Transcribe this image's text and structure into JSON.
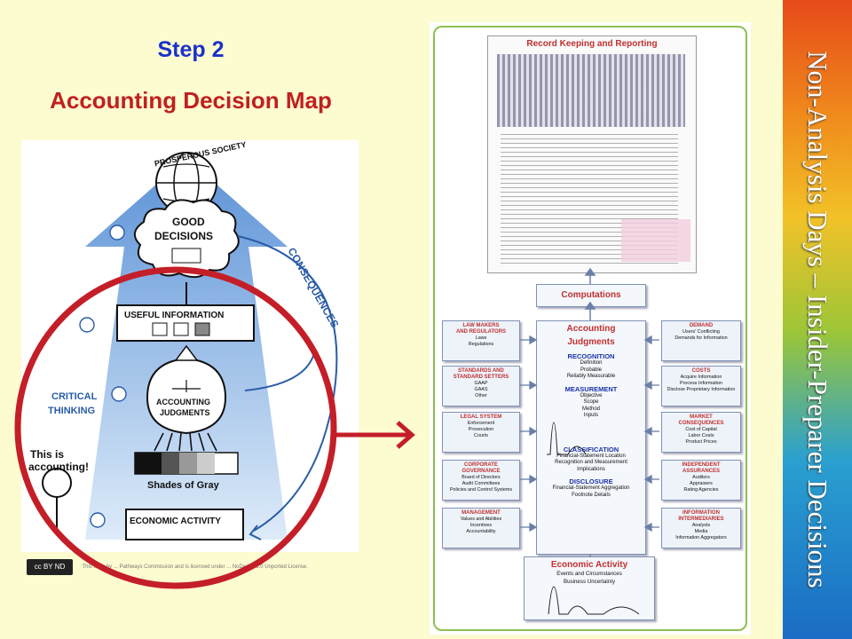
{
  "slide": {
    "step": "Step 2",
    "title": "Accounting Decision Map",
    "sidebar": "Non-Analysis Days – Insider-Preparer Decisions"
  },
  "sketch": {
    "prosperous": "PROSPEROUS SOCIETY",
    "good": "GOOD",
    "decisions": "DECISIONS",
    "consequences": "CONSEQUENCES",
    "useful": "USEFUL INFORMATION",
    "critical": "CRITICAL",
    "thinking": "THINKING",
    "acc1": "ACCOUNTING",
    "acc2": "JUDGMENTS",
    "this_is": "This is",
    "accounting": "accounting!",
    "shades": "Shades of Gray",
    "economic": "ECONOMIC ACTIVITY",
    "cc_badge": "cc BY ND",
    "license": "This work by ... Pathways Commission and is licensed under ... NoDerivs 3.0 Unported License."
  },
  "map": {
    "record": "Record Keeping and Reporting",
    "computations": "Computations",
    "center": {
      "title1": "Accounting",
      "title2": "Judgments",
      "sections": [
        {
          "head": "RECOGNITION",
          "lines": [
            "Definition",
            "Probable",
            "Reliably Measurable"
          ]
        },
        {
          "head": "MEASUREMENT",
          "lines": [
            "Objective",
            "Scope",
            "Method",
            "Inputs"
          ]
        },
        {
          "head": "CLASSIFICATION",
          "lines": [
            "Financial-Statement Location",
            "Recognition and Measurement",
            "Implications"
          ]
        },
        {
          "head": "DISCLOSURE",
          "lines": [
            "Financial-Statement Aggregation",
            "Footnote Details"
          ]
        }
      ]
    },
    "left": [
      {
        "head": [
          "LAW MAKERS",
          "AND REGULATORS"
        ],
        "lines": [
          "Laws",
          "Regulations"
        ]
      },
      {
        "head": [
          "STANDARDS AND",
          "STANDARD SETTERS"
        ],
        "lines": [
          "GAAP",
          "GAAS",
          "Other"
        ]
      },
      {
        "head": [
          "LEGAL SYSTEM"
        ],
        "lines": [
          "Enforcement",
          "Prosecution",
          "Courts"
        ]
      },
      {
        "head": [
          "CORPORATE",
          "GOVERNANCE"
        ],
        "lines": [
          "Board of Directors",
          "Audit Committees",
          "Policies and Control Systems"
        ]
      },
      {
        "head": [
          "MANAGEMENT"
        ],
        "lines": [
          "Values and Abilities",
          "Incentives",
          "Accountability"
        ]
      }
    ],
    "right": [
      {
        "head": [
          "DEMAND"
        ],
        "lines": [
          "Users' Conflicting",
          "Demands for Information"
        ]
      },
      {
        "head": [
          "COSTS"
        ],
        "lines": [
          "Acquire Information",
          "Process Information",
          "Disclose Proprietary Information"
        ]
      },
      {
        "head": [
          "MARKET",
          "CONSEQUENCES"
        ],
        "lines": [
          "Cost of Capital",
          "Labor Costs",
          "Product Prices"
        ]
      },
      {
        "head": [
          "INDEPENDENT",
          "ASSURANCES"
        ],
        "lines": [
          "Auditors",
          "Appraisers",
          "Rating Agencies"
        ]
      },
      {
        "head": [
          "INFORMATION",
          "INTERMEDIARIES"
        ],
        "lines": [
          "Analysts",
          "Media",
          "Information Aggregators"
        ]
      }
    ],
    "economic": {
      "title": "Economic Activity",
      "lines": [
        "Events and Circumstances",
        "Business Uncertainty"
      ]
    }
  },
  "colors": {
    "title_blue": "#1a32c8",
    "title_red": "#c02020",
    "circle_red": "#c41e28",
    "sketch_blue": "#2a5ca8"
  }
}
